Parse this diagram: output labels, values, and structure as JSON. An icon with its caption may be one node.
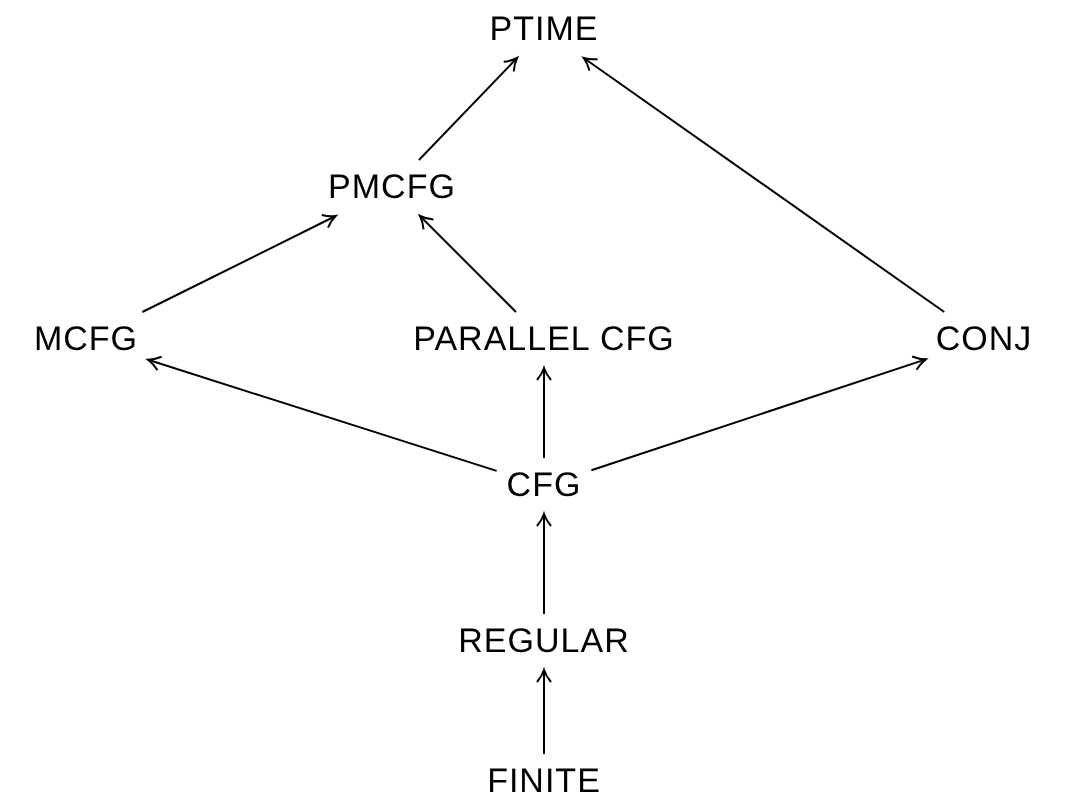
{
  "diagram": {
    "nodes": [
      {
        "text": [
          "PTIME"
        ]
      },
      {
        "text": [
          "PMCFG"
        ]
      },
      {
        "text": [
          "MCFG"
        ]
      },
      {
        "text": [
          "PARALLEL CFG"
        ]
      },
      {
        "text": [
          "CONJ"
        ]
      },
      {
        "text": [
          "CFG"
        ]
      },
      {
        "text": [
          "REGULAR"
        ]
      },
      {
        "text": [
          "FINITE"
        ]
      }
    ],
    "edges": [
      {
        "from": 7,
        "to": 6,
        "arrow": "to"
      },
      {
        "from": 6,
        "to": 5,
        "arrow": "to"
      },
      {
        "from": 5,
        "to": 2,
        "arrow": "to"
      },
      {
        "from": 5,
        "to": 3,
        "arrow": "to"
      },
      {
        "from": 5,
        "to": 4,
        "arrow": "to"
      },
      {
        "from": 2,
        "to": 1,
        "arrow": "to"
      },
      {
        "from": 3,
        "to": 1,
        "arrow": "to"
      },
      {
        "from": 1,
        "to": 0,
        "arrow": "to"
      },
      {
        "from": 4,
        "to": 0,
        "arrow": "to"
      }
    ]
  }
}
